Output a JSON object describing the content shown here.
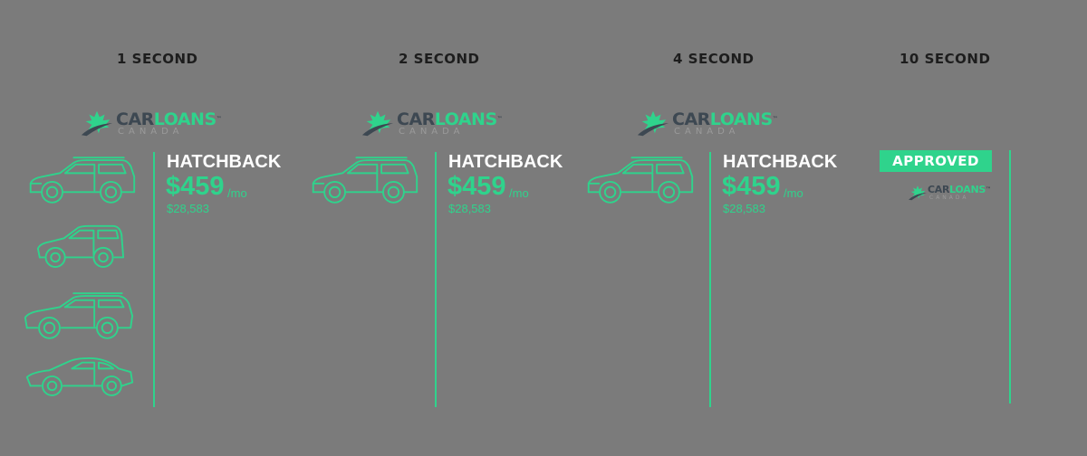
{
  "stages": [
    {
      "title": "1 SECOND"
    },
    {
      "title": "2 SECOND"
    },
    {
      "title": "4 SECOND"
    },
    {
      "title": "10 SECOND"
    }
  ],
  "logo": {
    "car": "CAR",
    "loans": "LOANS",
    "tm": "™",
    "sub": "CANADA"
  },
  "offer": {
    "model": "HATCHBACK",
    "price": "$459",
    "per": "/mo",
    "total": "$28,583"
  },
  "badge": "APPROVED",
  "icons": [
    "maple-leaf-icon",
    "suv-icon",
    "hatchback-icon",
    "crossover-icon",
    "sedan-icon"
  ],
  "colors": {
    "background": "#7b7b7b",
    "accent": "#2fd38c",
    "logo_dark": "#3d4852",
    "title": "#1d1d1d"
  }
}
